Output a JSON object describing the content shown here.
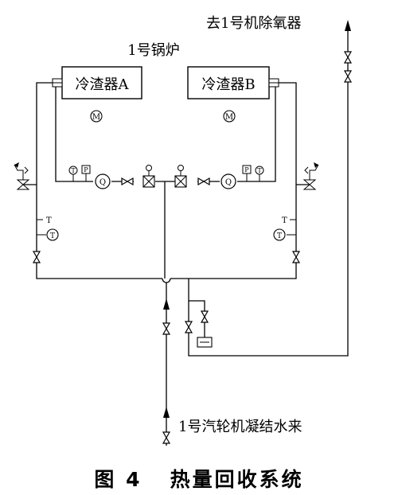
{
  "labels": {
    "dest_deaerator": "去1号机除氧器",
    "boiler": "1号锅炉",
    "cooler_a": "冷渣器A",
    "cooler_b": "冷渣器B",
    "source": "1号汽轮机凝结水来",
    "motor": "M",
    "pump": "Q",
    "temp_gauge": "T",
    "pressure_gauge": "P",
    "temp_tag": "T"
  },
  "caption": {
    "figure_no": "图 4",
    "title": "热量回收系统"
  }
}
